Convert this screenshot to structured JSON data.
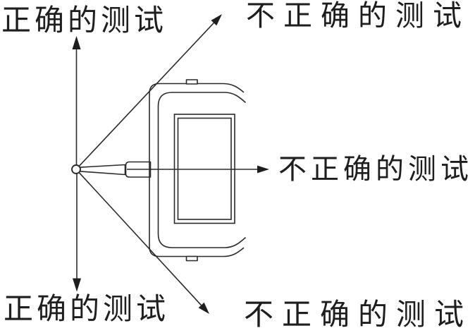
{
  "diagram": {
    "background_color": "#ffffff",
    "line_color": "#2a2a2a",
    "text_color": "#1e1e1e",
    "labels": {
      "top_left": "正确的测试",
      "top_right": "不正确的测试",
      "middle_right": "不正确的测试",
      "bottom_left": "正确的测试",
      "bottom_right": "不正确的测试"
    },
    "arrows": [
      {
        "direction": "up",
        "label": "正确的测试"
      },
      {
        "direction": "down",
        "label": "正确的测试"
      },
      {
        "direction": "up-right",
        "label": "不正确的测试"
      },
      {
        "direction": "right",
        "label": "不正确的测试"
      },
      {
        "direction": "down-right",
        "label": "不正确的测试"
      }
    ]
  }
}
